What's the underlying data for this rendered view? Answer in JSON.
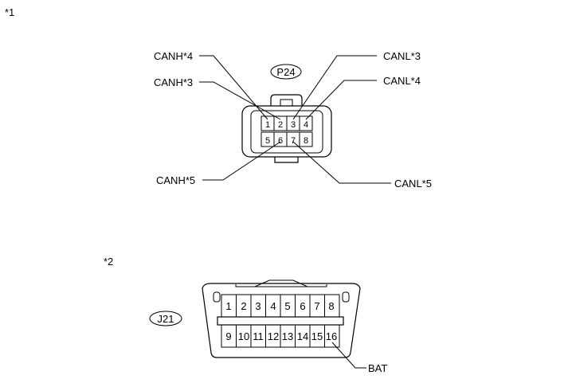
{
  "notes": {
    "note1": "*1",
    "note2": "*2"
  },
  "connector_p24": {
    "id": "P24",
    "pins_top": [
      "1",
      "2",
      "3",
      "4"
    ],
    "pins_bottom": [
      "5",
      "6",
      "7",
      "8"
    ],
    "labels": {
      "canh4": "CANH*4",
      "canh3": "CANH*3",
      "canh5": "CANH*5",
      "canl3": "CANL*3",
      "canl4": "CANL*4",
      "canl5": "CANL*5"
    }
  },
  "connector_j21": {
    "id": "J21",
    "pins_top": [
      "1",
      "2",
      "3",
      "4",
      "5",
      "6",
      "7",
      "8"
    ],
    "pins_bottom": [
      "9",
      "10",
      "11",
      "12",
      "13",
      "14",
      "15",
      "16"
    ],
    "labels": {
      "bat": "BAT"
    }
  }
}
